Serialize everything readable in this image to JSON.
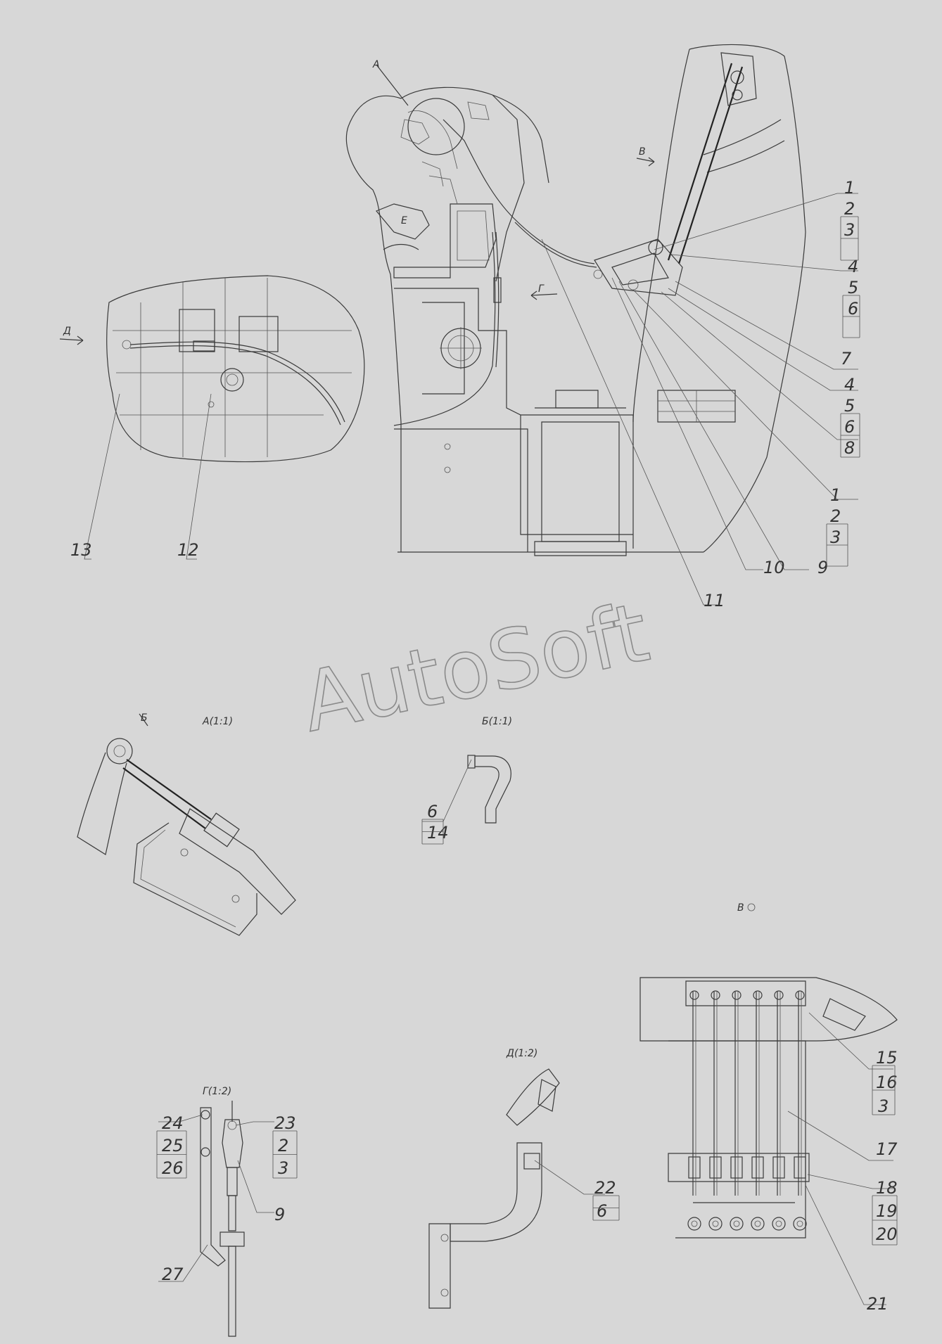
{
  "watermark": "AutoSoft",
  "view_labels": {
    "a": "А",
    "b": "Б",
    "v": "В",
    "g": "Г",
    "d": "Д",
    "e": "Е",
    "a_scale": "А(1:1)",
    "b_scale": "Б(1:1)",
    "g_scale": "Г(1:2)",
    "d_scale": "Д(1:2)",
    "v_rot": "В"
  },
  "callouts": {
    "c1": [
      "1",
      "2",
      "3"
    ],
    "c4": [
      "4",
      "5",
      "6"
    ],
    "c7": [
      "7"
    ],
    "c4b": [
      "4",
      "5",
      "6"
    ],
    "c8": [
      "8"
    ],
    "c1b": [
      "1",
      "2",
      "3"
    ],
    "c9": [
      "9"
    ],
    "c10": [
      "10"
    ],
    "c11": [
      "11"
    ],
    "c12": [
      "12"
    ],
    "c13": [
      "13"
    ],
    "c6_14": [
      "6",
      "14"
    ],
    "c24": [
      "24",
      "25",
      "26"
    ],
    "c23": [
      "23",
      "2",
      "3"
    ],
    "c9g": [
      "9"
    ],
    "c27": [
      "27"
    ],
    "c22": [
      "22",
      "6"
    ],
    "c15": [
      "15",
      "16",
      "3"
    ],
    "c17": [
      "17"
    ],
    "c18": [
      "18",
      "19",
      "20"
    ],
    "c21": [
      "21"
    ]
  }
}
